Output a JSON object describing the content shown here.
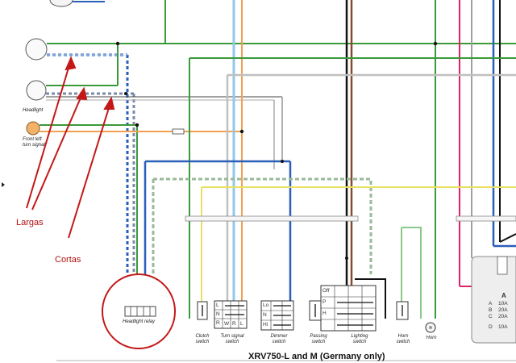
{
  "annotations": {
    "largas": "Largas",
    "cortas": "Cortas"
  },
  "components": {
    "headlight": "Headlight",
    "front_left_turn_signal_line1": "Front left",
    "front_left_turn_signal_line2": "turn signal",
    "headlight_relay": "Headlight relay",
    "clutch_switch_line1": "Clutch",
    "clutch_switch_line2": "switch",
    "turn_signal_switch_line1": "Turn signal",
    "turn_signal_switch_line2": "switch",
    "dimmer_switch_line1": "Dimmer",
    "dimmer_switch_line2": "switch",
    "passing_switch_line1": "Passing",
    "passing_switch_line2": "switch",
    "lighting_switch_line1": "Lighting",
    "lighting_switch_line2": "switch",
    "horn_switch_line1": "Horn",
    "horn_switch_line2": "switch",
    "horn": "Horn"
  },
  "switch_letters": {
    "turn_signal": [
      "L",
      "N",
      "R",
      "W",
      "R",
      "L"
    ],
    "dimmer": [
      "Lo",
      "N",
      "Hi"
    ],
    "lighting": [
      "Off",
      "P",
      "H"
    ]
  },
  "fuse_box": {
    "header": "A",
    "rows": [
      {
        "id": "A",
        "value": "10A"
      },
      {
        "id": "B",
        "value": "20A"
      },
      {
        "id": "C",
        "value": "20A"
      },
      {
        "id": "D",
        "value": "10A"
      }
    ]
  },
  "diagram_title": "XRV750-L and M (Germany only)",
  "colors": {
    "annotation_red": "#c41818",
    "wire_green": "#3a9a3a",
    "wire_blue": "#2a5fb8",
    "wire_orange": "#f0a050",
    "wire_lightblue": "#90c8e8",
    "wire_brown": "#8a4a2a",
    "wire_pink": "#e0206a",
    "wire_yellow": "#e8e060",
    "wire_gray": "#b8b8b8",
    "wire_black": "#111111"
  }
}
